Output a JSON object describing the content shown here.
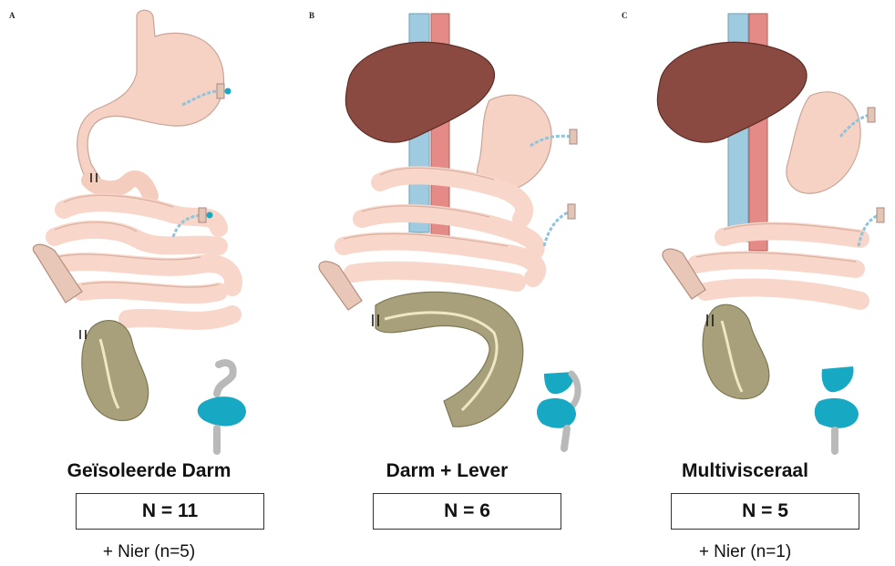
{
  "panels": [
    {
      "letter": "A",
      "title": "Geïsoleerde Darm",
      "count": "N = 11",
      "note": "+ Nier (n=5)"
    },
    {
      "letter": "B",
      "title": "Darm + Lever",
      "count": "N = 6",
      "note": ""
    },
    {
      "letter": "C",
      "title": "Multivisceraal",
      "count": "N = 5",
      "note": "+ Nier (n=1)"
    }
  ],
  "colors": {
    "stomach": "#f6d2c4",
    "intestine": "#f8d6c9",
    "colon": "#a7a07a",
    "liver": "#8a4a42",
    "aorta": "#e48b87",
    "vena": "#7a8fcf",
    "highlight": "#17a9c4",
    "grey": "#b9b9b9",
    "tube": "#8fc4dc"
  }
}
